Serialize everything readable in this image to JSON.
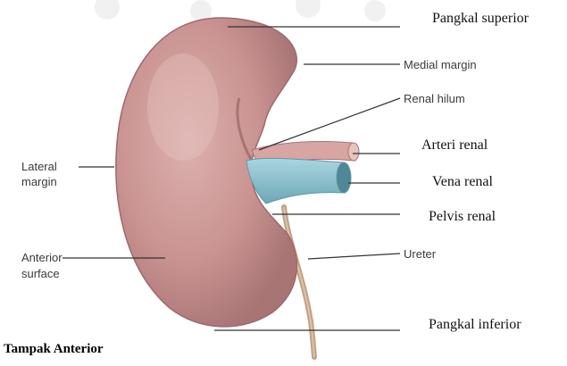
{
  "caption": "Tampak Anterior",
  "labels": {
    "pangkal_superior": "Pangkal superior",
    "medial_margin": "Medial margin",
    "renal_hilum": "Renal hilum",
    "arteri_renal": "Arteri renal",
    "vena_renal": "Vena renal",
    "pelvis_renal": "Pelvis renal",
    "ureter": "Ureter",
    "pangkal_inferior": "Pangkal inferior",
    "lateral_margin_1": "Lateral",
    "lateral_margin_2": "margin",
    "anterior_surface_1": "Anterior",
    "anterior_surface_2": "surface"
  },
  "colors": {
    "kidney": "#c99391",
    "kidney_dark": "#9e6a6b",
    "artery": "#d8a3a1",
    "vein": "#8fc3cf",
    "ureter": "#c9aa8f",
    "leader": "#333333"
  }
}
